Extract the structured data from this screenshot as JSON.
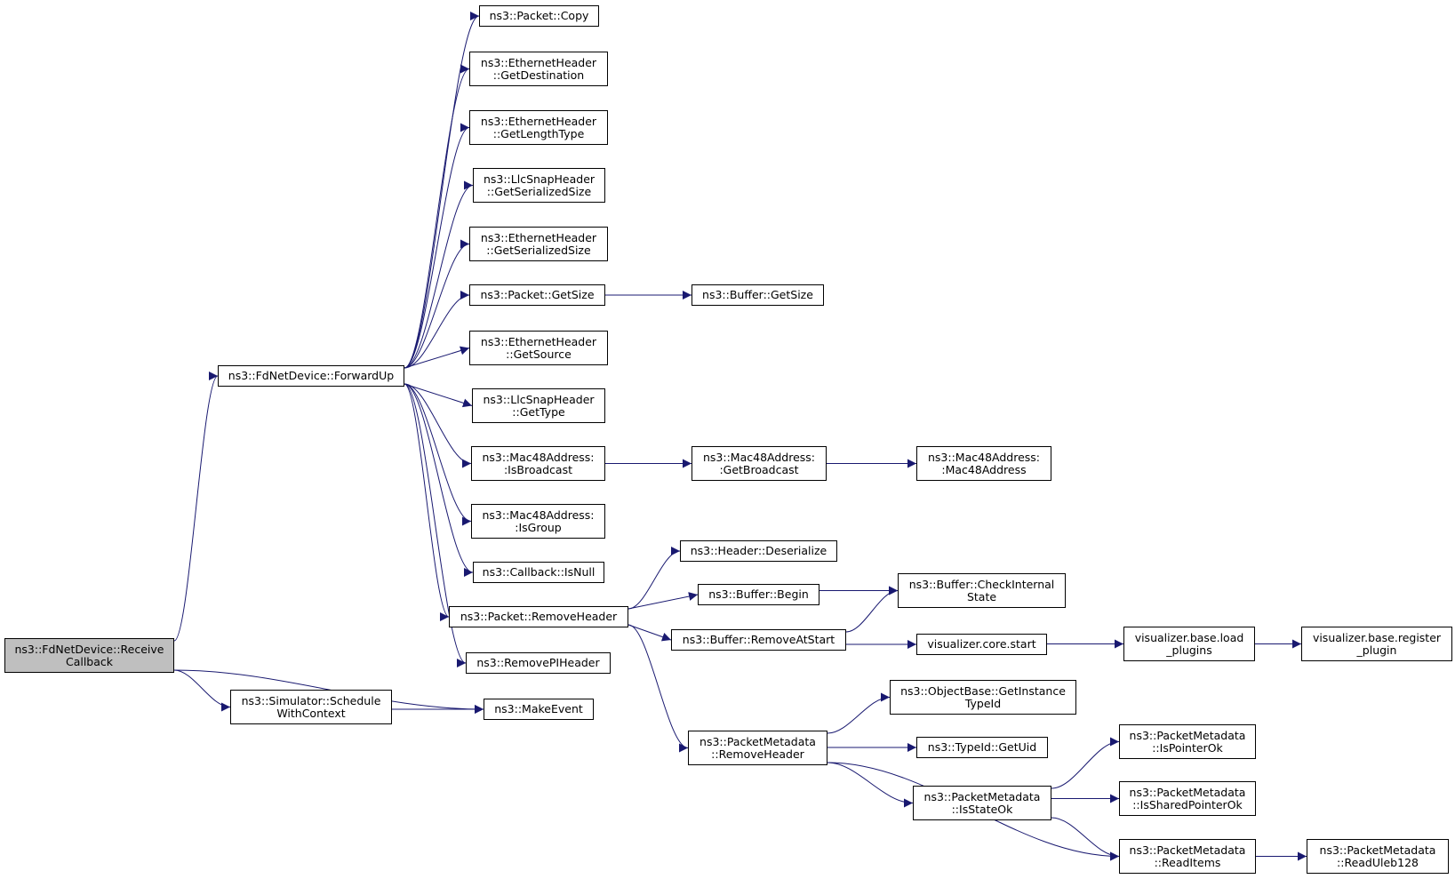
{
  "colors": {
    "edge": "#191970",
    "root_fill": "#bfbfbf",
    "node_fill": "#ffffff",
    "border": "#000000"
  },
  "nodes": [
    {
      "id": "receive",
      "lines": [
        "ns3::FdNetDevice::Receive",
        "Callback"
      ],
      "root": true
    },
    {
      "id": "forwardup",
      "lines": [
        "ns3::FdNetDevice::ForwardUp"
      ]
    },
    {
      "id": "schedule",
      "lines": [
        "ns3::Simulator::Schedule",
        "WithContext"
      ]
    },
    {
      "id": "makeevent",
      "lines": [
        "ns3::MakeEvent"
      ]
    },
    {
      "id": "copy",
      "lines": [
        "ns3::Packet::Copy"
      ]
    },
    {
      "id": "getdest",
      "lines": [
        "ns3::EthernetHeader",
        "::GetDestination"
      ]
    },
    {
      "id": "getlentype",
      "lines": [
        "ns3::EthernetHeader",
        "::GetLengthType"
      ]
    },
    {
      "id": "llcsersize",
      "lines": [
        "ns3::LlcSnapHeader",
        "::GetSerializedSize"
      ]
    },
    {
      "id": "ethsersize",
      "lines": [
        "ns3::EthernetHeader",
        "::GetSerializedSize"
      ]
    },
    {
      "id": "pktgetsize",
      "lines": [
        "ns3::Packet::GetSize"
      ]
    },
    {
      "id": "bufgetsize",
      "lines": [
        "ns3::Buffer::GetSize"
      ]
    },
    {
      "id": "getsource",
      "lines": [
        "ns3::EthernetHeader",
        "::GetSource"
      ]
    },
    {
      "id": "gettype",
      "lines": [
        "ns3::LlcSnapHeader",
        "::GetType"
      ]
    },
    {
      "id": "isbroadcast",
      "lines": [
        "ns3::Mac48Address:",
        ":IsBroadcast"
      ]
    },
    {
      "id": "getbroadcast",
      "lines": [
        "ns3::Mac48Address:",
        ":GetBroadcast"
      ]
    },
    {
      "id": "mac48ctor",
      "lines": [
        "ns3::Mac48Address:",
        ":Mac48Address"
      ]
    },
    {
      "id": "isgroup",
      "lines": [
        "ns3::Mac48Address:",
        ":IsGroup"
      ]
    },
    {
      "id": "isnull",
      "lines": [
        "ns3::Callback::IsNull"
      ]
    },
    {
      "id": "removeheader",
      "lines": [
        "ns3::Packet::RemoveHeader"
      ]
    },
    {
      "id": "removepi",
      "lines": [
        "ns3::RemovePIHeader"
      ]
    },
    {
      "id": "deserialize",
      "lines": [
        "ns3::Header::Deserialize"
      ]
    },
    {
      "id": "bufbegin",
      "lines": [
        "ns3::Buffer::Begin"
      ]
    },
    {
      "id": "checkinternal",
      "lines": [
        "ns3::Buffer::CheckInternal",
        "State"
      ]
    },
    {
      "id": "removeatstart",
      "lines": [
        "ns3::Buffer::RemoveAtStart"
      ]
    },
    {
      "id": "vizstart",
      "lines": [
        "visualizer.core.start"
      ]
    },
    {
      "id": "loadplugins",
      "lines": [
        "visualizer.base.load",
        "_plugins"
      ]
    },
    {
      "id": "registerplugin",
      "lines": [
        "visualizer.base.register",
        "_plugin"
      ]
    },
    {
      "id": "getinstancetypeid",
      "lines": [
        "ns3::ObjectBase::GetInstance",
        "TypeId"
      ]
    },
    {
      "id": "pmremoveheader",
      "lines": [
        "ns3::PacketMetadata",
        "::RemoveHeader"
      ]
    },
    {
      "id": "typeidgetuid",
      "lines": [
        "ns3::TypeId::GetUid"
      ]
    },
    {
      "id": "ispointerok",
      "lines": [
        "ns3::PacketMetadata",
        "::IsPointerOk"
      ]
    },
    {
      "id": "isstateok",
      "lines": [
        "ns3::PacketMetadata",
        "::IsStateOk"
      ]
    },
    {
      "id": "issharedpointerok",
      "lines": [
        "ns3::PacketMetadata",
        "::IsSharedPointerOk"
      ]
    },
    {
      "id": "readitems",
      "lines": [
        "ns3::PacketMetadata",
        "::ReadItems"
      ]
    },
    {
      "id": "readuleb",
      "lines": [
        "ns3::PacketMetadata",
        "::ReadUleb128"
      ]
    }
  ],
  "edges": [
    [
      "receive",
      "forwardup"
    ],
    [
      "receive",
      "makeevent"
    ],
    [
      "receive",
      "schedule"
    ],
    [
      "schedule",
      "makeevent"
    ],
    [
      "forwardup",
      "copy"
    ],
    [
      "forwardup",
      "getdest"
    ],
    [
      "forwardup",
      "getlentype"
    ],
    [
      "forwardup",
      "llcsersize"
    ],
    [
      "forwardup",
      "ethsersize"
    ],
    [
      "forwardup",
      "pktgetsize"
    ],
    [
      "forwardup",
      "getsource"
    ],
    [
      "forwardup",
      "gettype"
    ],
    [
      "forwardup",
      "isbroadcast"
    ],
    [
      "forwardup",
      "isgroup"
    ],
    [
      "forwardup",
      "isnull"
    ],
    [
      "forwardup",
      "removeheader"
    ],
    [
      "forwardup",
      "removepi"
    ],
    [
      "pktgetsize",
      "bufgetsize"
    ],
    [
      "isbroadcast",
      "getbroadcast"
    ],
    [
      "getbroadcast",
      "mac48ctor"
    ],
    [
      "removeheader",
      "deserialize"
    ],
    [
      "removeheader",
      "bufbegin"
    ],
    [
      "removeheader",
      "removeatstart"
    ],
    [
      "removeheader",
      "pmremoveheader"
    ],
    [
      "bufbegin",
      "checkinternal"
    ],
    [
      "removeatstart",
      "checkinternal"
    ],
    [
      "removeatstart",
      "vizstart"
    ],
    [
      "vizstart",
      "loadplugins"
    ],
    [
      "loadplugins",
      "registerplugin"
    ],
    [
      "pmremoveheader",
      "getinstancetypeid"
    ],
    [
      "pmremoveheader",
      "typeidgetuid"
    ],
    [
      "pmremoveheader",
      "isstateok"
    ],
    [
      "pmremoveheader",
      "readitems"
    ],
    [
      "isstateok",
      "ispointerok"
    ],
    [
      "isstateok",
      "issharedpointerok"
    ],
    [
      "isstateok",
      "readitems"
    ],
    [
      "readitems",
      "readuleb"
    ]
  ]
}
